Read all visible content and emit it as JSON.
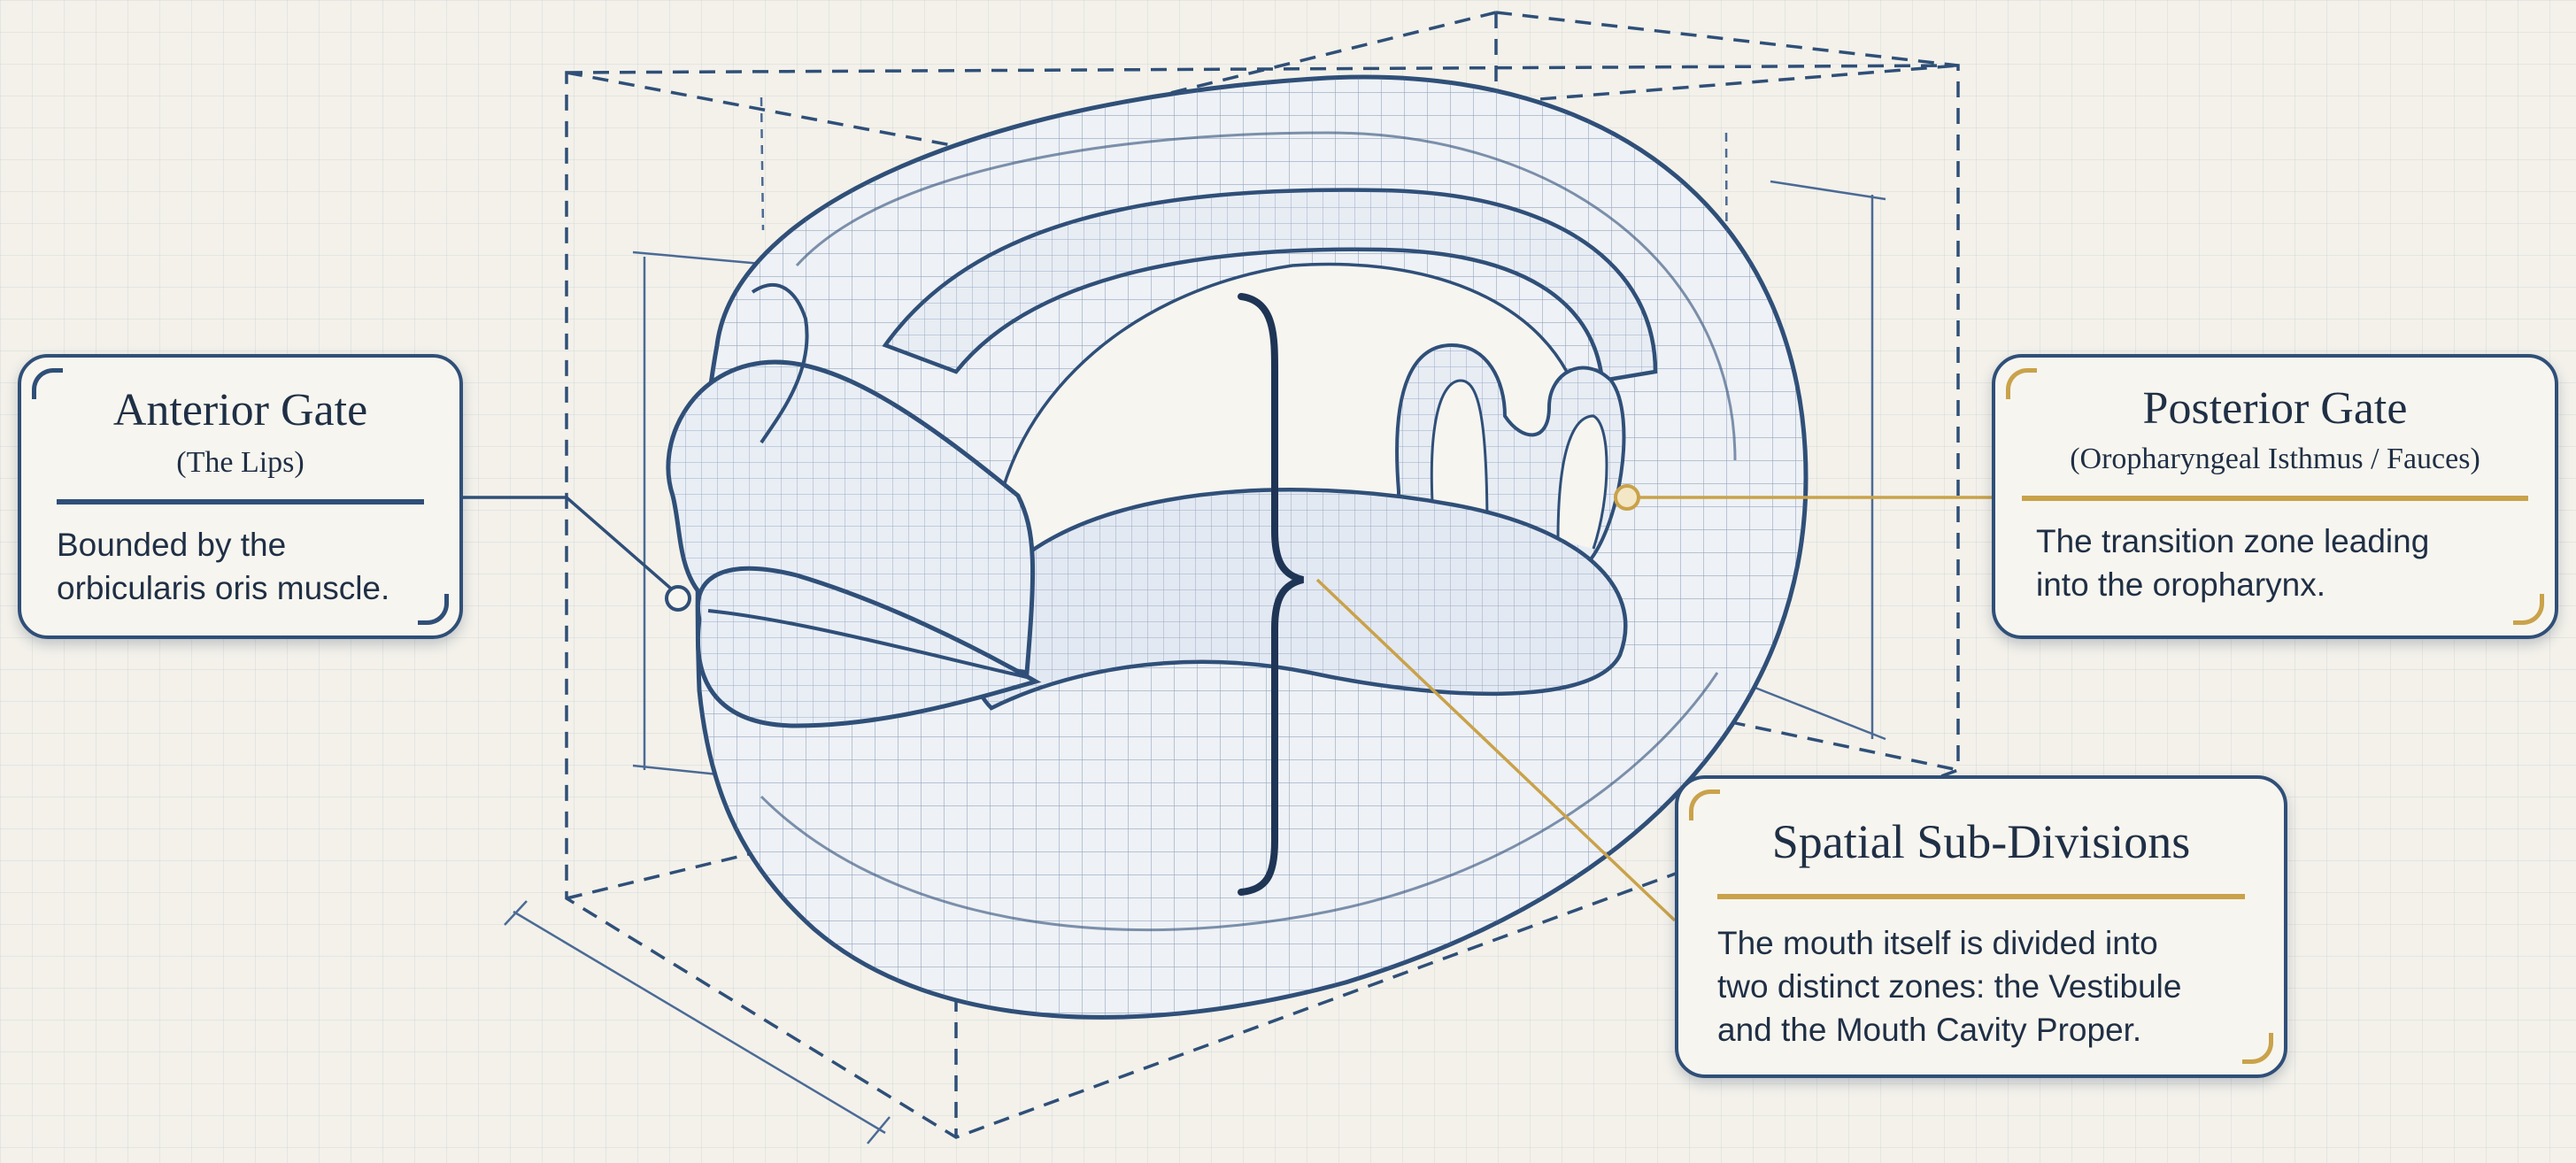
{
  "colors": {
    "ink": "#2f4f78",
    "accent": "#c9a24a",
    "paper": "#f3f1ea"
  },
  "cards": {
    "anterior": {
      "title": "Anterior Gate",
      "subtitle": "(The Lips)",
      "body_line1": "Bounded by the",
      "body_line2": "orbicularis oris muscle."
    },
    "posterior": {
      "title": "Posterior Gate",
      "subtitle": "(Oropharyngeal Isthmus / Fauces)",
      "body_line1": "The transition zone leading",
      "body_line2": "into the oropharynx."
    },
    "spatial": {
      "title": "Spatial Sub-Divisions",
      "body_line1": "The mouth itself is divided into",
      "body_line2": "two distinct zones: the Vestibule",
      "body_line3": "and the Mouth Cavity Proper."
    }
  }
}
